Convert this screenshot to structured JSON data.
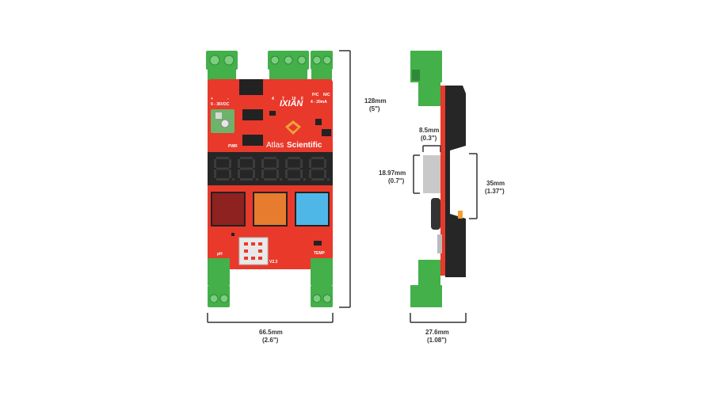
{
  "colors": {
    "board": "#e8392b",
    "terminal": "#43b04a",
    "terminal_dark": "#2f8a37",
    "display": "#262626",
    "btn_red": "#8e2220",
    "btn_orange": "#e77b2e",
    "btn_blue": "#4fb6e8",
    "chip": "#222222",
    "dim_line": "#333333"
  },
  "front": {
    "power_label": "9 - 36VDC",
    "current_label": "4 - 20mA",
    "pin_labels": [
      "+",
      "-",
      "4",
      "7",
      "10",
      "F",
      "P/C",
      "N/C"
    ],
    "brand": "Atlas",
    "brand_bold": "Scientific",
    "model": "IXIAN",
    "pwr_label": "PWR",
    "ph_label": "pH",
    "temp_label": "TEMP",
    "version": "V2.3",
    "width_mm": "66.5mm",
    "width_in": "(2.6\")",
    "height_mm": "128mm",
    "height_in": "(5\")"
  },
  "side": {
    "depth_mm": "27.6mm",
    "depth_in": "(1.08\")",
    "clearance_mm": "8.5mm",
    "clearance_in": "(0.3\")",
    "slot_mm": "18.97mm",
    "slot_in": "(0.7\")",
    "rail_mm": "35mm",
    "rail_in": "(1.37\")"
  }
}
